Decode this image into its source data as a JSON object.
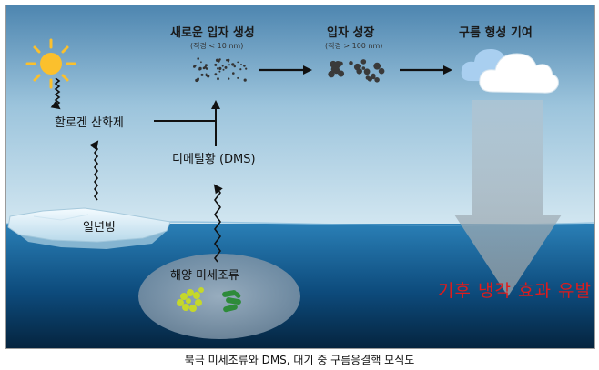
{
  "stages": {
    "nucleation": {
      "title": "새로운 입자 생성",
      "size": "(직경 < 10 nm)"
    },
    "growth": {
      "title": "입자 성장",
      "size": "(직경 > 100 nm)"
    },
    "cloud": {
      "title": "구름 형성 기여"
    }
  },
  "nodes": {
    "halogen_oxidant": "할로겐 산화제",
    "dms": "디메틸황 (DMS)",
    "sea_ice": "일년빙",
    "microalgae": "해양 미세조류"
  },
  "result_label": "기후 냉각 효과 유발",
  "caption": "북극 미세조류와 DMS, 대기 중 구름응결핵 모식도",
  "colors": {
    "sky_top": "#4e86b0",
    "sky_bottom": "#d3e7f1",
    "sea_top": "#2a7fb6",
    "sea_bottom": "#05243f",
    "result_text": "#e01b1b",
    "sun": "#fbc02d",
    "algae_yellow": "#c5d82a",
    "algae_green": "#2e8b3a"
  }
}
